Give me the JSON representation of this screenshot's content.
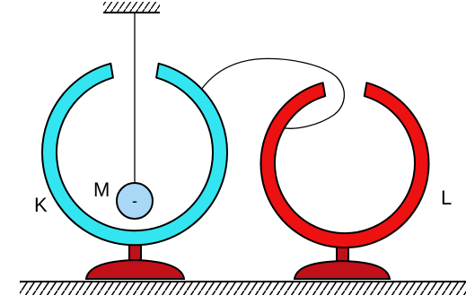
{
  "labels": {
    "ring_left": "K",
    "ring_right": "L",
    "ball": "M",
    "ball_charge": "-"
  },
  "colors": {
    "ring_left_fill": "#33e5f0",
    "ring_right_fill": "#ee1111",
    "stand_fill": "#c0101a",
    "ball_fill": "#a8d8f5",
    "outline": "#000000"
  }
}
